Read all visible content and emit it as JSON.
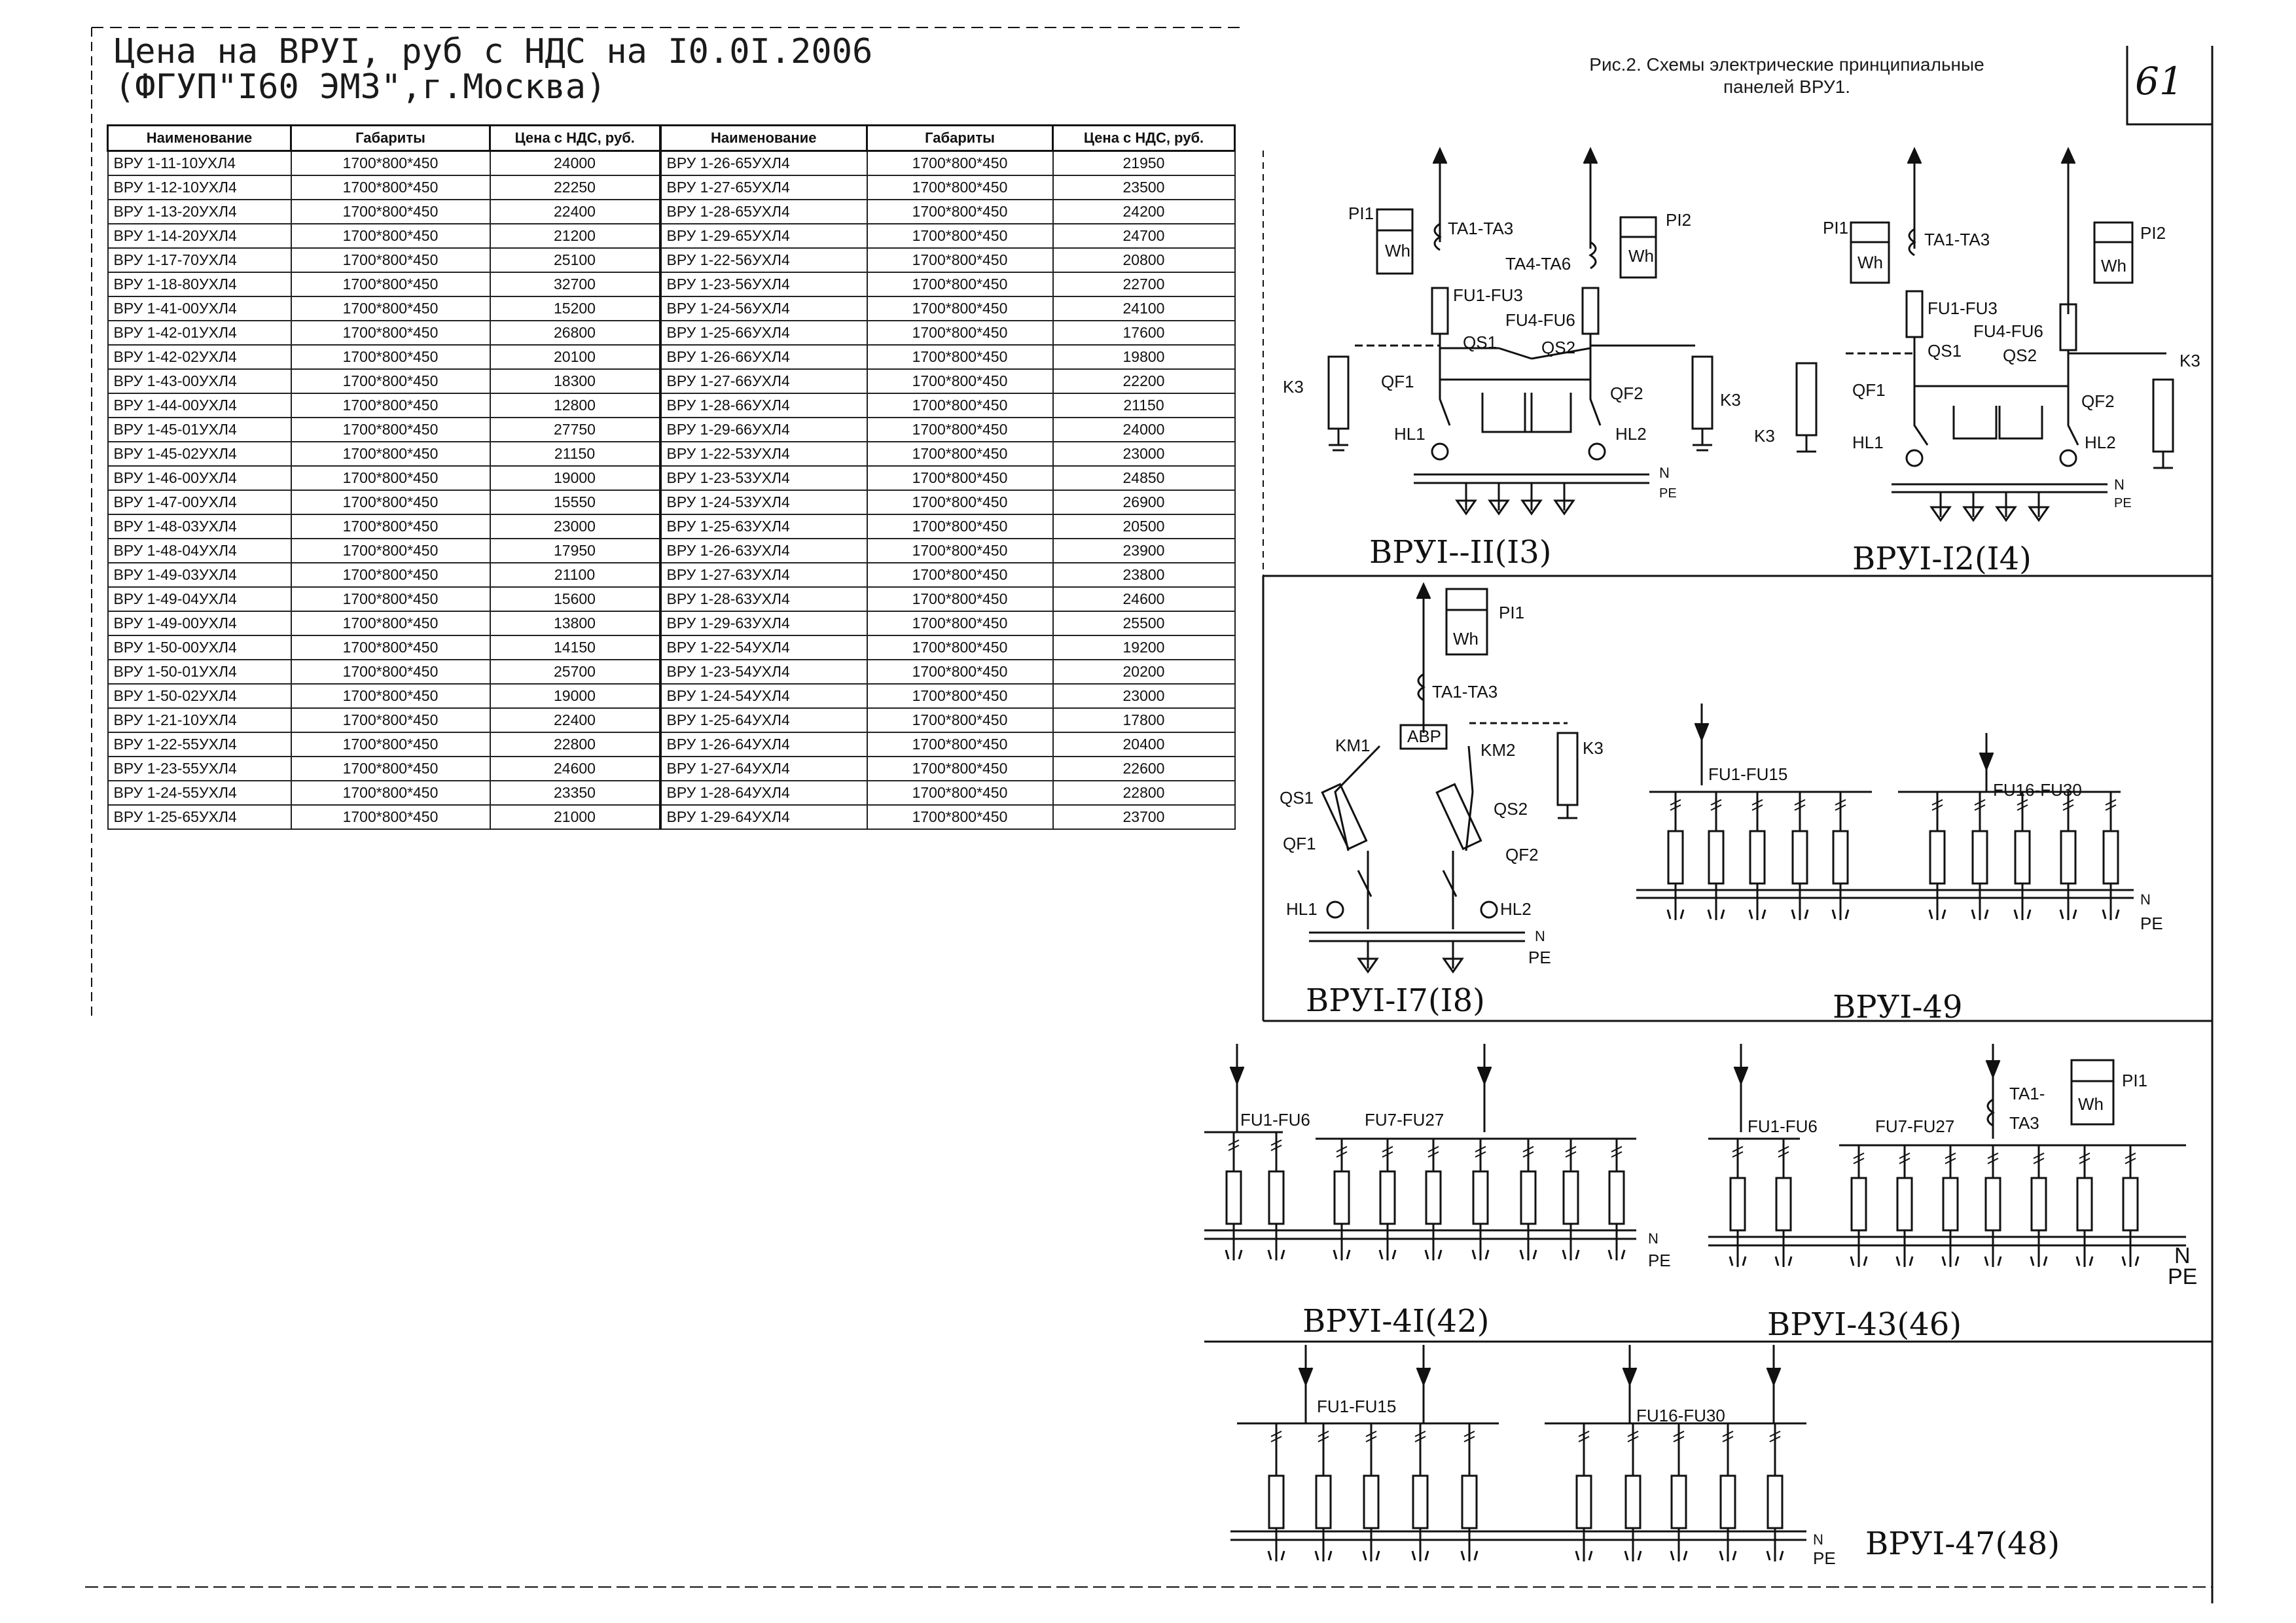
{
  "title": {
    "line1": "Цена на ВРУI, руб с НДС на I0.0I.2006",
    "line2": "(ФГУП\"I60 ЭМЗ\",г.Москва)"
  },
  "page_number": "61",
  "figure_caption": {
    "line1": "Рис.2. Схемы электрические принципиальные",
    "line2": "панелей ВРУ1."
  },
  "table": {
    "headers": [
      "Наименование",
      "Габариты",
      "Цена с НДС, руб.",
      "Наименование",
      "Габариты",
      "Цена с НДС, руб."
    ],
    "rows": [
      [
        "ВРУ 1-11-10УХЛ4",
        "1700*800*450",
        "24000",
        "ВРУ 1-26-65УХЛ4",
        "1700*800*450",
        "21950"
      ],
      [
        "ВРУ 1-12-10УХЛ4",
        "1700*800*450",
        "22250",
        "ВРУ 1-27-65УХЛ4",
        "1700*800*450",
        "23500"
      ],
      [
        "ВРУ 1-13-20УХЛ4",
        "1700*800*450",
        "22400",
        "ВРУ 1-28-65УХЛ4",
        "1700*800*450",
        "24200"
      ],
      [
        "ВРУ 1-14-20УХЛ4",
        "1700*800*450",
        "21200",
        "ВРУ 1-29-65УХЛ4",
        "1700*800*450",
        "24700"
      ],
      [
        "ВРУ 1-17-70УХЛ4",
        "1700*800*450",
        "25100",
        "ВРУ 1-22-56УХЛ4",
        "1700*800*450",
        "20800"
      ],
      [
        "ВРУ 1-18-80УХЛ4",
        "1700*800*450",
        "32700",
        "ВРУ 1-23-56УХЛ4",
        "1700*800*450",
        "22700"
      ],
      [
        "ВРУ 1-41-00УХЛ4",
        "1700*800*450",
        "15200",
        "ВРУ 1-24-56УХЛ4",
        "1700*800*450",
        "24100"
      ],
      [
        "ВРУ 1-42-01УХЛ4",
        "1700*800*450",
        "26800",
        "ВРУ 1-25-66УХЛ4",
        "1700*800*450",
        "17600"
      ],
      [
        "ВРУ 1-42-02УХЛ4",
        "1700*800*450",
        "20100",
        "ВРУ 1-26-66УХЛ4",
        "1700*800*450",
        "19800"
      ],
      [
        "ВРУ 1-43-00УХЛ4",
        "1700*800*450",
        "18300",
        "ВРУ 1-27-66УХЛ4",
        "1700*800*450",
        "22200"
      ],
      [
        "ВРУ 1-44-00УХЛ4",
        "1700*800*450",
        "12800",
        "ВРУ 1-28-66УХЛ4",
        "1700*800*450",
        "21150"
      ],
      [
        "ВРУ 1-45-01УХЛ4",
        "1700*800*450",
        "27750",
        "ВРУ 1-29-66УХЛ4",
        "1700*800*450",
        "24000"
      ],
      [
        "ВРУ 1-45-02УХЛ4",
        "1700*800*450",
        "21150",
        "ВРУ 1-22-53УХЛ4",
        "1700*800*450",
        "23000"
      ],
      [
        "ВРУ 1-46-00УХЛ4",
        "1700*800*450",
        "19000",
        "ВРУ 1-23-53УХЛ4",
        "1700*800*450",
        "24850"
      ],
      [
        "ВРУ 1-47-00УХЛ4",
        "1700*800*450",
        "15550",
        "ВРУ 1-24-53УХЛ4",
        "1700*800*450",
        "26900"
      ],
      [
        "ВРУ 1-48-03УХЛ4",
        "1700*800*450",
        "23000",
        "ВРУ 1-25-63УХЛ4",
        "1700*800*450",
        "20500"
      ],
      [
        "ВРУ 1-48-04УХЛ4",
        "1700*800*450",
        "17950",
        "ВРУ 1-26-63УХЛ4",
        "1700*800*450",
        "23900"
      ],
      [
        "ВРУ 1-49-03УХЛ4",
        "1700*800*450",
        "21100",
        "ВРУ 1-27-63УХЛ4",
        "1700*800*450",
        "23800"
      ],
      [
        "ВРУ 1-49-04УХЛ4",
        "1700*800*450",
        "15600",
        "ВРУ 1-28-63УХЛ4",
        "1700*800*450",
        "24600"
      ],
      [
        "ВРУ 1-49-00УХЛ4",
        "1700*800*450",
        "13800",
        "ВРУ 1-29-63УХЛ4",
        "1700*800*450",
        "25500"
      ],
      [
        "ВРУ 1-50-00УХЛ4",
        "1700*800*450",
        "14150",
        "ВРУ 1-22-54УХЛ4",
        "1700*800*450",
        "19200"
      ],
      [
        "ВРУ 1-50-01УХЛ4",
        "1700*800*450",
        "25700",
        "ВРУ 1-23-54УХЛ4",
        "1700*800*450",
        "20200"
      ],
      [
        "ВРУ 1-50-02УХЛ4",
        "1700*800*450",
        "19000",
        "ВРУ 1-24-54УХЛ4",
        "1700*800*450",
        "23000"
      ],
      [
        "ВРУ 1-21-10УХЛ4",
        "1700*800*450",
        "22400",
        "ВРУ 1-25-64УХЛ4",
        "1700*800*450",
        "17800"
      ],
      [
        "ВРУ 1-22-55УХЛ4",
        "1700*800*450",
        "22800",
        "ВРУ 1-26-64УХЛ4",
        "1700*800*450",
        "20400"
      ],
      [
        "ВРУ 1-23-55УХЛ4",
        "1700*800*450",
        "24600",
        "ВРУ 1-27-64УХЛ4",
        "1700*800*450",
        "22600"
      ],
      [
        "ВРУ 1-24-55УХЛ4",
        "1700*800*450",
        "23350",
        "ВРУ 1-28-64УХЛ4",
        "1700*800*450",
        "22800"
      ],
      [
        "ВРУ 1-25-65УХЛ4",
        "1700*800*450",
        "21000",
        "ВРУ 1-29-64УХЛ4",
        "1700*800*450",
        "23700"
      ]
    ]
  },
  "schematics": {
    "vru11": {
      "name": "ВРУI--II(I3)",
      "labels": [
        "PI1",
        "Wh",
        "TA1-TA3",
        "FU1-FU3",
        "PI2",
        "Wh",
        "TA4-TA6",
        "FU4-FU6",
        "QS1",
        "QS2",
        "QF1",
        "QF2",
        "HL1",
        "HL2",
        "K3",
        "K3",
        "N",
        "PE"
      ]
    },
    "vru12": {
      "name": "ВРУI-I2(I4)",
      "labels": [
        "PI1",
        "Wh",
        "TA1-TA3",
        "FU1-FU3",
        "PI2",
        "Wh",
        "FU4-FU6",
        "QS1",
        "QS2",
        "QF1",
        "QF2",
        "HL1",
        "HL2",
        "K3",
        "K3",
        "N",
        "PE"
      ]
    },
    "vru17": {
      "name": "ВРУI-I7(I8)",
      "labels": [
        "PI1",
        "Wh",
        "TA1-TA3",
        "АВР",
        "KM1",
        "KM2",
        "K3",
        "QS1",
        "QS2",
        "QF1",
        "QF2",
        "HL1",
        "HL2",
        "N",
        "PE"
      ]
    },
    "vru49": {
      "name": "ВРУI-49",
      "labels": [
        "FU1-FU15",
        "FU16-FU30",
        "N",
        "PE"
      ]
    },
    "vru41": {
      "name": "ВРУI-4I(42)",
      "labels": [
        "FU1-FU6",
        "FU7-FU27",
        "N",
        "PE"
      ]
    },
    "vru43": {
      "name": "ВРУI-43(46)",
      "labels": [
        "FU1-FU6",
        "FU7-FU27",
        "TA1-",
        "TA3",
        "PI1",
        "Wh",
        "N",
        "PE"
      ]
    },
    "vru47": {
      "name": "ВРУI-47(48)",
      "labels": [
        "FU1-FU15",
        "FU16-FU30",
        "N",
        "PE"
      ]
    }
  }
}
